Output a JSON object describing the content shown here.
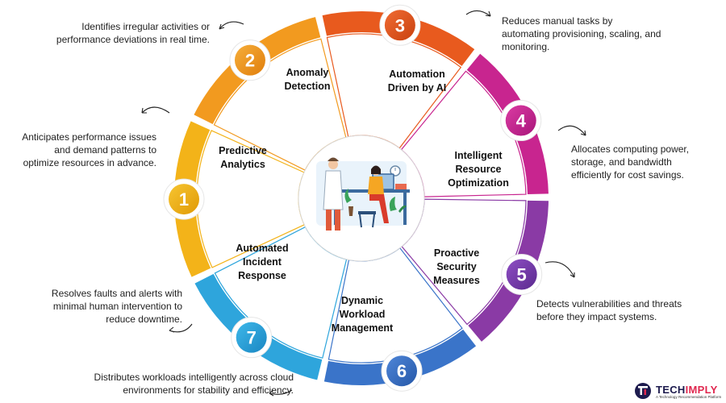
{
  "segments": [
    {
      "number": "1",
      "label_lines": [
        "Predictive",
        "Analytics"
      ],
      "color": "#f3b319",
      "description_lines": [
        "Anticipates performance issues",
        "and demand patterns to",
        "optimize resources in advance."
      ]
    },
    {
      "number": "2",
      "label_lines": [
        "Anomaly",
        "Detection"
      ],
      "color": "#f29a1f",
      "description_lines": [
        "Identifies irregular activities or",
        "performance deviations in real time."
      ]
    },
    {
      "number": "3",
      "label_lines": [
        "Automation",
        "Driven by AI"
      ],
      "color": "#e85a1e",
      "description_lines": [
        "Reduces manual tasks by",
        "automating provisioning, scaling, and",
        "monitoring."
      ]
    },
    {
      "number": "4",
      "label_lines": [
        "Intelligent",
        "Resource",
        "Optimization"
      ],
      "color": "#c8258f",
      "description_lines": [
        "Allocates computing power,",
        "storage, and bandwidth",
        "efficiently for cost savings."
      ]
    },
    {
      "number": "5",
      "label_lines": [
        "Proactive",
        "Security",
        "Measures"
      ],
      "color": "#8a3aa5",
      "description_lines": [
        "Detects vulnerabilities and threats",
        "before they impact systems."
      ]
    },
    {
      "number": "6",
      "label_lines": [
        "Dynamic",
        "Workload",
        "Management"
      ],
      "color": "#3a74c9",
      "description_lines": [
        "Distributes workloads intelligently across cloud",
        "environments for stability and efficiency."
      ]
    },
    {
      "number": "7",
      "label_lines": [
        "Automated",
        "Incident",
        "Response"
      ],
      "color": "#2ea5dc",
      "description_lines": [
        "Resolves faults and alerts with",
        "minimal human intervention to",
        "reduce downtime."
      ]
    }
  ],
  "brand": {
    "name_part1": "TECH",
    "name_part2": "IMPLY",
    "tagline": "A Technology Recommendation Platform",
    "logo_icon": "ti-logo-icon",
    "accent_color": "#e0284f",
    "dark_color": "#1d1b4e"
  },
  "center_illustration_icon": "team-at-desk-illustration"
}
